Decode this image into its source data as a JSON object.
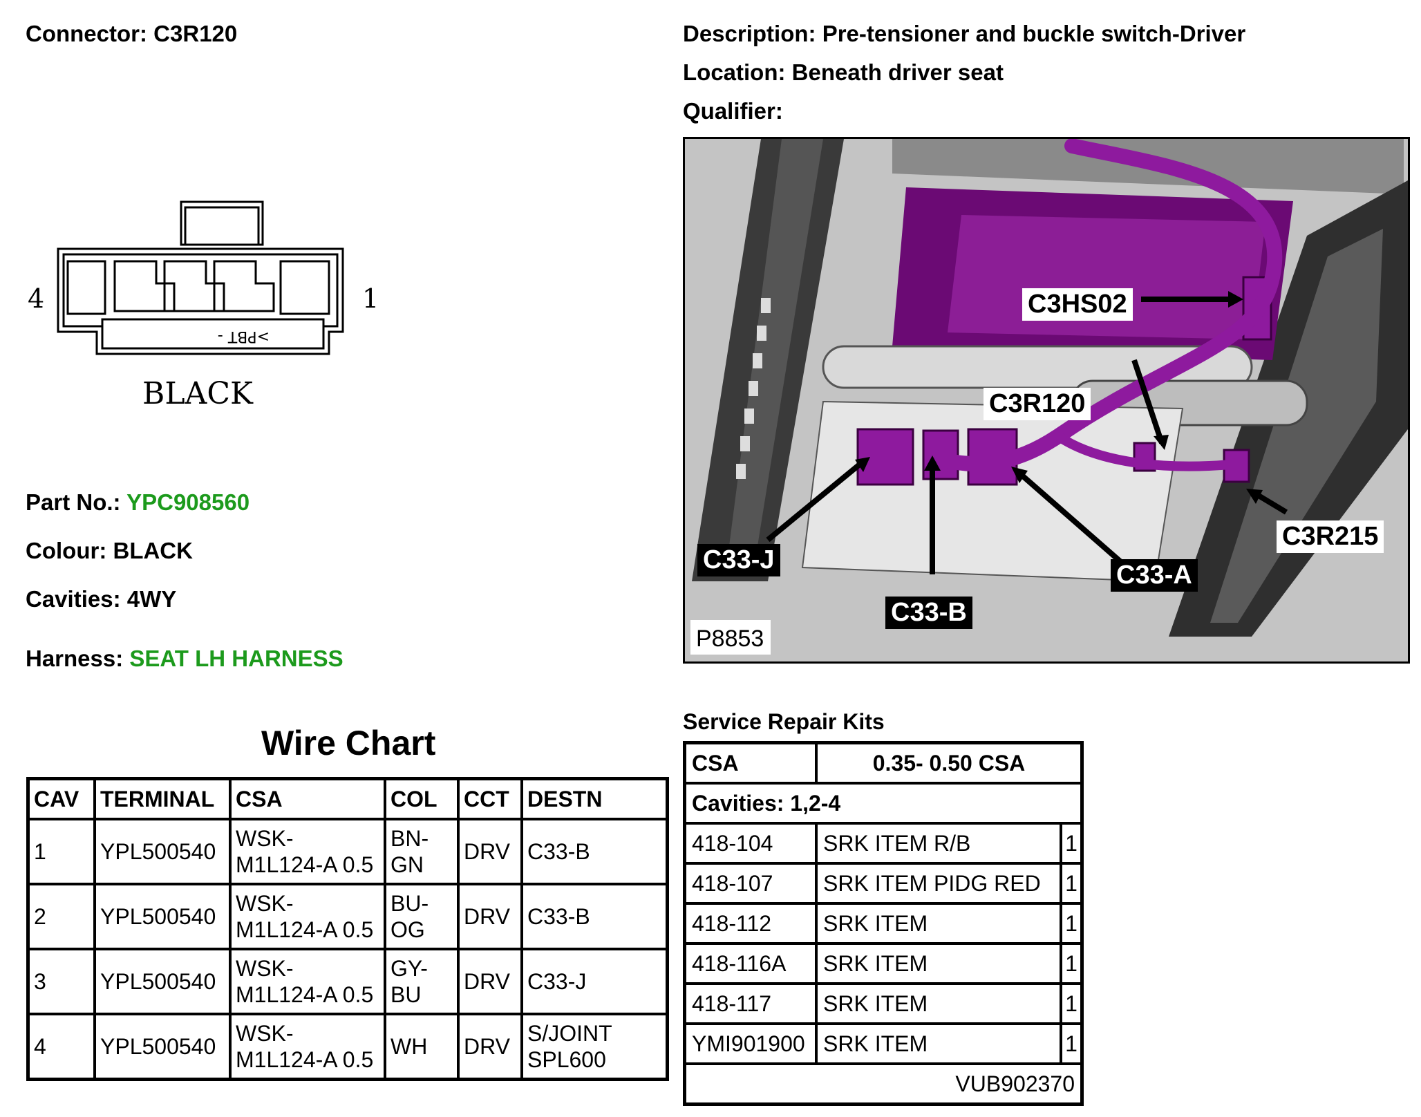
{
  "header": {
    "connector_label": "Connector:",
    "connector_value": "C3R120",
    "description_label": "Description:",
    "description_value": "Pre-tensioner and buckle switch-Driver",
    "location_label": "Location:",
    "location_value": "Beneath driver seat",
    "qualifier_label": "Qualifier:"
  },
  "connector_diagram": {
    "pin_left": "4",
    "pin_right": "1",
    "colour_caption": "BLACK",
    "housing_text": ">PBT -"
  },
  "details": {
    "part_label": "Part No.:",
    "part_value": "YPC908560",
    "colour_label": "Colour:",
    "colour_value": "BLACK",
    "cavities_label": "Cavities:",
    "cavities_value": "4WY",
    "harness_label": "Harness:",
    "harness_value": "SEAT LH HARNESS",
    "link_color": "#1c9a1c"
  },
  "photo": {
    "ref": "P8853",
    "callouts": [
      "C3HS02",
      "C3R120",
      "C3R215",
      "C33-J",
      "C33-A",
      "C33-B"
    ],
    "harness_color": "#8e1a9e"
  },
  "wire_chart": {
    "title": "Wire Chart",
    "headers": [
      "CAV",
      "TERMINAL",
      "CSA",
      "COL",
      "CCT",
      "DESTN"
    ],
    "rows": [
      {
        "cav": "1",
        "terminal": "YPL500540",
        "csa1": "WSK-",
        "csa2": "M1L124-A 0.5",
        "col1": "BN-",
        "col2": "GN",
        "cct": "DRV",
        "dest1": "C33-B",
        "dest2": ""
      },
      {
        "cav": "2",
        "terminal": "YPL500540",
        "csa1": "WSK-",
        "csa2": "M1L124-A 0.5",
        "col1": "BU-",
        "col2": "OG",
        "cct": "DRV",
        "dest1": "C33-B",
        "dest2": ""
      },
      {
        "cav": "3",
        "terminal": "YPL500540",
        "csa1": "WSK-",
        "csa2": "M1L124-A 0.5",
        "col1": "GY-",
        "col2": "BU",
        "cct": "DRV",
        "dest1": "C33-J",
        "dest2": ""
      },
      {
        "cav": "4",
        "terminal": "YPL500540",
        "csa1": "WSK-",
        "csa2": "M1L124-A 0.5",
        "col1": "WH",
        "col2": "",
        "cct": "DRV",
        "dest1": "S/JOINT",
        "dest2": "SPL600"
      }
    ]
  },
  "repair_kits": {
    "title": "Service Repair Kits",
    "csa_label": "CSA",
    "csa_value": "0.35- 0.50 CSA",
    "cavities_text": "Cavities: 1,2-4",
    "items": [
      {
        "code": "418-104",
        "name": "SRK ITEM R/B",
        "qty": "1"
      },
      {
        "code": "418-107",
        "name": "SRK ITEM PIDG RED",
        "qty": "1"
      },
      {
        "code": "418-112",
        "name": "SRK ITEM",
        "qty": "1"
      },
      {
        "code": "418-116A",
        "name": "SRK ITEM",
        "qty": "1"
      },
      {
        "code": "418-117",
        "name": "SRK ITEM",
        "qty": "1"
      },
      {
        "code": "YMI901900",
        "name": "SRK ITEM",
        "qty": "1"
      }
    ],
    "footer_ref": "VUB902370"
  }
}
